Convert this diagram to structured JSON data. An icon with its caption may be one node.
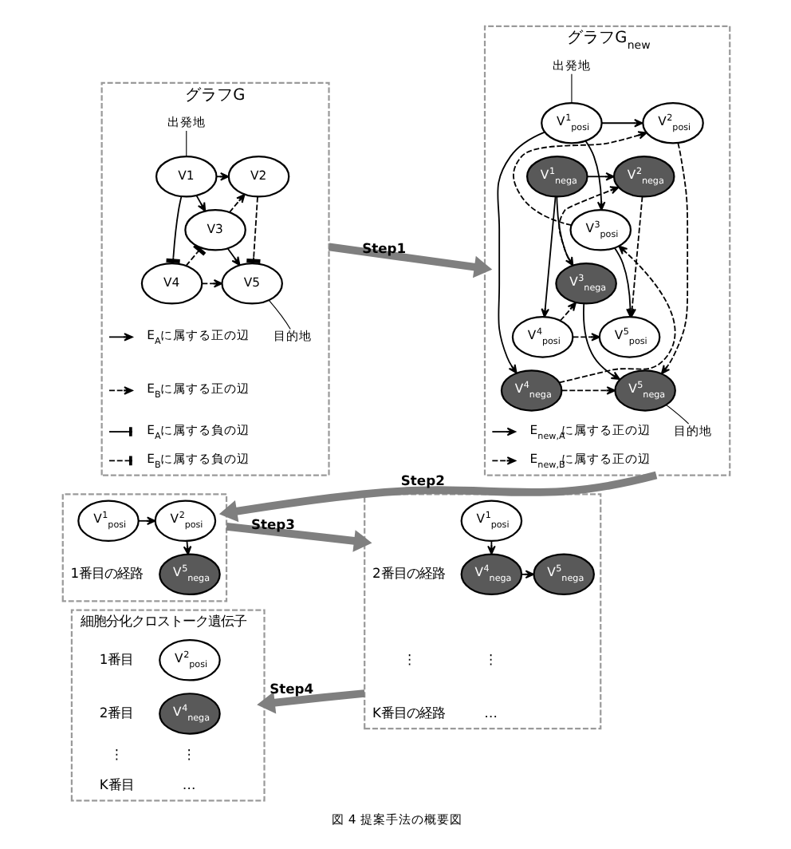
{
  "diagram": {
    "caption": "図 4 提案手法の概要図",
    "nodes": [
      {
        "text": [
          "グラフG"
        ]
      },
      {
        "text": [
          "出発地"
        ],
        "in": 0
      },
      {
        "text": [
          "V1"
        ],
        "in": 0
      },
      {
        "text": [
          "V2"
        ],
        "in": 0
      },
      {
        "text": [
          "V3"
        ],
        "in": 0
      },
      {
        "text": [
          "V4"
        ],
        "in": 0
      },
      {
        "text": [
          "V5"
        ],
        "in": 0
      },
      {
        "text": [
          "目的地"
        ],
        "in": 0
      },
      {
        "text": [
          "グラフG$_{new}$"
        ]
      },
      {
        "text": [
          "出発地"
        ],
        "in": 8
      },
      {
        "text": [
          "V$^{1}$$_{posi}$"
        ],
        "in": 8
      },
      {
        "text": [
          "V$^{1}$$_{nega}$"
        ],
        "in": 8
      },
      {
        "text": [
          "V$^{2}$$_{posi}$"
        ],
        "in": 8
      },
      {
        "text": [
          "V$^{2}$$_{nega}$"
        ],
        "in": 8
      },
      {
        "text": [
          "V$^{3}$$_{posi}$"
        ],
        "in": 8
      },
      {
        "text": [
          "V$^{3}$$_{nega}$"
        ],
        "in": 8
      },
      {
        "text": [
          "V$^{4}$$_{posi}$"
        ],
        "in": 8
      },
      {
        "text": [
          "V$^{4}$$_{nega}$"
        ],
        "in": 8
      },
      {
        "text": [
          "V$^{5}$$_{posi}$"
        ],
        "in": 8
      },
      {
        "text": [
          "V$^{5}$$_{nega}$"
        ],
        "in": 8
      },
      {
        "text": [
          "目的地"
        ],
        "in": 8
      },
      {
        "text": [],
        "shape": "box"
      },
      {
        "text": [
          "V$^{1}$$_{posi}$"
        ],
        "in": 21
      },
      {
        "text": [
          "V$^{2}$$_{posi}$"
        ],
        "in": 21
      },
      {
        "text": [
          "V$^{5}$$_{nega}$"
        ],
        "in": 21
      },
      {
        "text": [],
        "shape": "box"
      },
      {
        "text": [
          "V$^{1}$$_{posi}$"
        ],
        "in": 25
      },
      {
        "text": [
          "V$^{4}$$_{nega}$"
        ],
        "in": 25
      },
      {
        "text": [
          "V$^{5}$$_{nega}$"
        ],
        "in": 25
      },
      {
        "text": [
          "細胞分化クロストーク遺伝子"
        ]
      },
      {
        "text": [
          "V$^{2}$$_{posi}$"
        ],
        "in": 29,
        "beside": [
          "1番目"
        ]
      },
      {
        "text": [
          "V$^{4}$$_{nega}$"
        ],
        "in": 29,
        "beside": [
          "2番目"
        ]
      }
    ],
    "edges": [
      {
        "from": 1,
        "to": 2,
        "arrow": "none"
      },
      {
        "from": 2,
        "to": 3,
        "arrow": "to"
      },
      {
        "from": 2,
        "to": 4,
        "arrow": "to"
      },
      {
        "from": 2,
        "to": 5,
        "arrow": "other"
      },
      {
        "from": 4,
        "to": 3,
        "arrow": "to",
        "style": "dashed"
      },
      {
        "from": 5,
        "to": 4,
        "arrow": "other",
        "style": "dashed"
      },
      {
        "from": 4,
        "to": 6,
        "arrow": "to"
      },
      {
        "from": 3,
        "to": 6,
        "arrow": "other",
        "style": "dashed"
      },
      {
        "from": 5,
        "to": 6,
        "arrow": "to",
        "style": "dashed"
      },
      {
        "from": 7,
        "to": 6,
        "arrow": "none"
      },
      {
        "from": 0,
        "to": 8,
        "arrow": "to",
        "label": "Step1",
        "style": "thick",
        "color": "#7f7f7f"
      },
      {
        "from": 9,
        "to": 10,
        "arrow": "none"
      },
      {
        "from": 10,
        "to": 12,
        "arrow": "to"
      },
      {
        "from": 11,
        "to": 13,
        "arrow": "to"
      },
      {
        "from": 10,
        "to": 14,
        "arrow": "to"
      },
      {
        "from": 11,
        "to": 15,
        "arrow": "to"
      },
      {
        "from": 10,
        "to": 17,
        "arrow": "to"
      },
      {
        "from": 11,
        "to": 16,
        "arrow": "to"
      },
      {
        "from": 14,
        "to": 12,
        "arrow": "to",
        "style": "dashed"
      },
      {
        "from": 15,
        "to": 13,
        "arrow": "to",
        "style": "dashed"
      },
      {
        "from": 14,
        "to": 18,
        "arrow": "to"
      },
      {
        "from": 15,
        "to": 19,
        "arrow": "to"
      },
      {
        "from": 16,
        "to": 15,
        "arrow": "to",
        "style": "dashed"
      },
      {
        "from": 17,
        "to": 14,
        "arrow": "to",
        "style": "dashed"
      },
      {
        "from": 16,
        "to": 18,
        "arrow": "to",
        "style": "dashed"
      },
      {
        "from": 17,
        "to": 19,
        "arrow": "to",
        "style": "dashed"
      },
      {
        "from": 12,
        "to": 19,
        "arrow": "to",
        "style": "dashed"
      },
      {
        "from": 13,
        "to": 18,
        "arrow": "to",
        "style": "dashed"
      },
      {
        "from": 20,
        "to": 19,
        "arrow": "none"
      },
      {
        "from": 8,
        "to": 21,
        "arrow": "to",
        "label": "Step2",
        "style": "thick",
        "color": "#7f7f7f"
      },
      {
        "from": 22,
        "to": 23,
        "arrow": "to"
      },
      {
        "from": 23,
        "to": 24,
        "arrow": "to",
        "style": "dashed"
      },
      {
        "from": 21,
        "to": 25,
        "arrow": "to",
        "label": "Step3",
        "style": "thick",
        "color": "#7f7f7f"
      },
      {
        "from": 26,
        "to": 27,
        "arrow": "to"
      },
      {
        "from": 27,
        "to": 28,
        "arrow": "to",
        "style": "dashed"
      },
      {
        "from": 25,
        "to": 29,
        "arrow": "to",
        "label": "Step4",
        "style": "thick",
        "color": "#7f7f7f"
      }
    ],
    "labels": [
      "1番目の経路",
      "2番目の経路",
      "⋮",
      "⋮",
      "K番目の経路",
      "…",
      "⋮",
      "⋮",
      "K番目",
      "…"
    ],
    "legend": [
      {
        "text": "E$_{A}$に属する正の辺"
      },
      {
        "text": "E$_{B}$に属する正の辺"
      },
      {
        "text": "E$_{A}$に属する負の辺"
      },
      {
        "text": "E$_{B}$に属する負の辺"
      },
      {
        "text": "E$_{new,A}$に属する正の辺"
      },
      {
        "text": "E$_{new,B}$に属する正の辺"
      }
    ]
  }
}
